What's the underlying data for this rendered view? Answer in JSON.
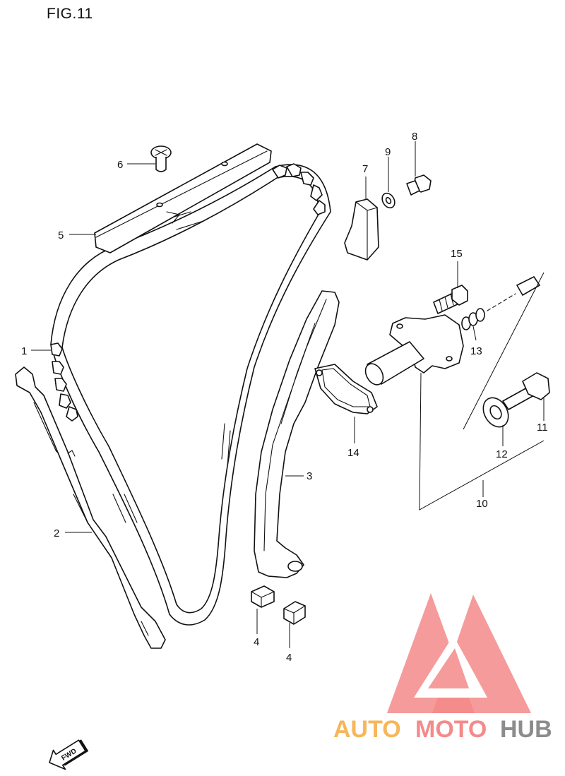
{
  "figure": {
    "title": "FIG.11"
  },
  "callouts": [
    "1",
    "2",
    "3",
    "4",
    "4",
    "5",
    "6",
    "7",
    "8",
    "9",
    "10",
    "11",
    "12",
    "13",
    "14",
    "15"
  ],
  "logo": {
    "word_a": "AUTO",
    "word_b": "MOTO",
    "word_c": "HUB",
    "color_a": "#f6b65a",
    "color_b": "#f58a8a",
    "color_c": "#8c8c8c"
  },
  "fwd_marker": {
    "label": "FWD"
  }
}
